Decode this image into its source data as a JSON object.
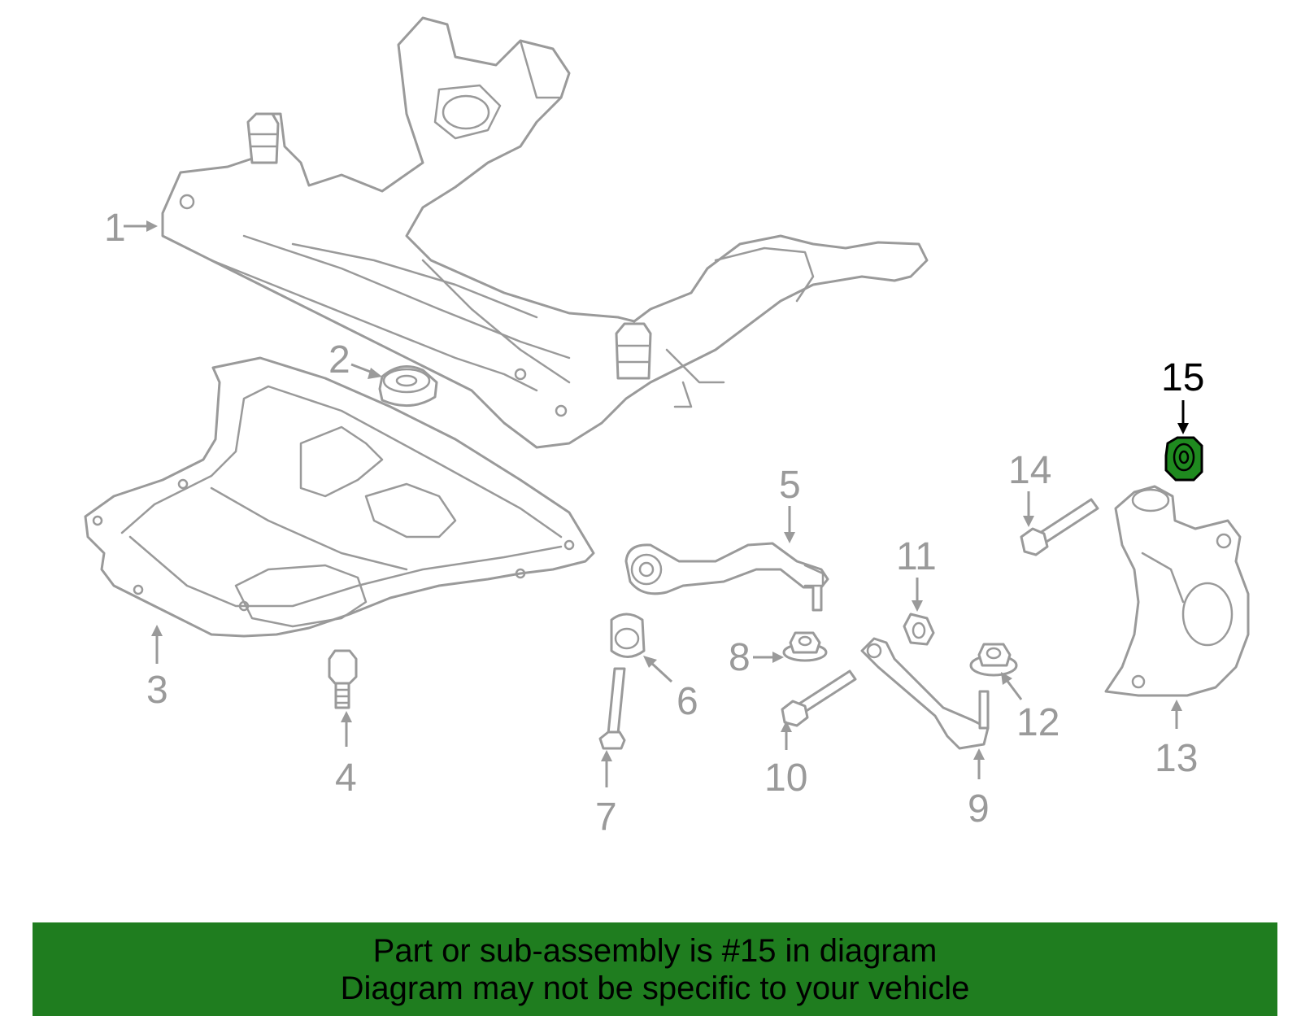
{
  "callouts": {
    "c1": "1",
    "c2": "2",
    "c3": "3",
    "c4": "4",
    "c5": "5",
    "c6": "6",
    "c7": "7",
    "c8": "8",
    "c9": "9",
    "c10": "10",
    "c11": "11",
    "c12": "12",
    "c13": "13",
    "c14": "14",
    "c15": "15"
  },
  "highlighted_part": "15",
  "colors": {
    "highlight": "#1f8a1f",
    "banner": "#1f7d1f",
    "line": "#9a9a9a"
  },
  "banner": {
    "line1": "Part or sub-assembly is #15 in diagram",
    "line2": "Diagram may not be specific to your vehicle"
  }
}
